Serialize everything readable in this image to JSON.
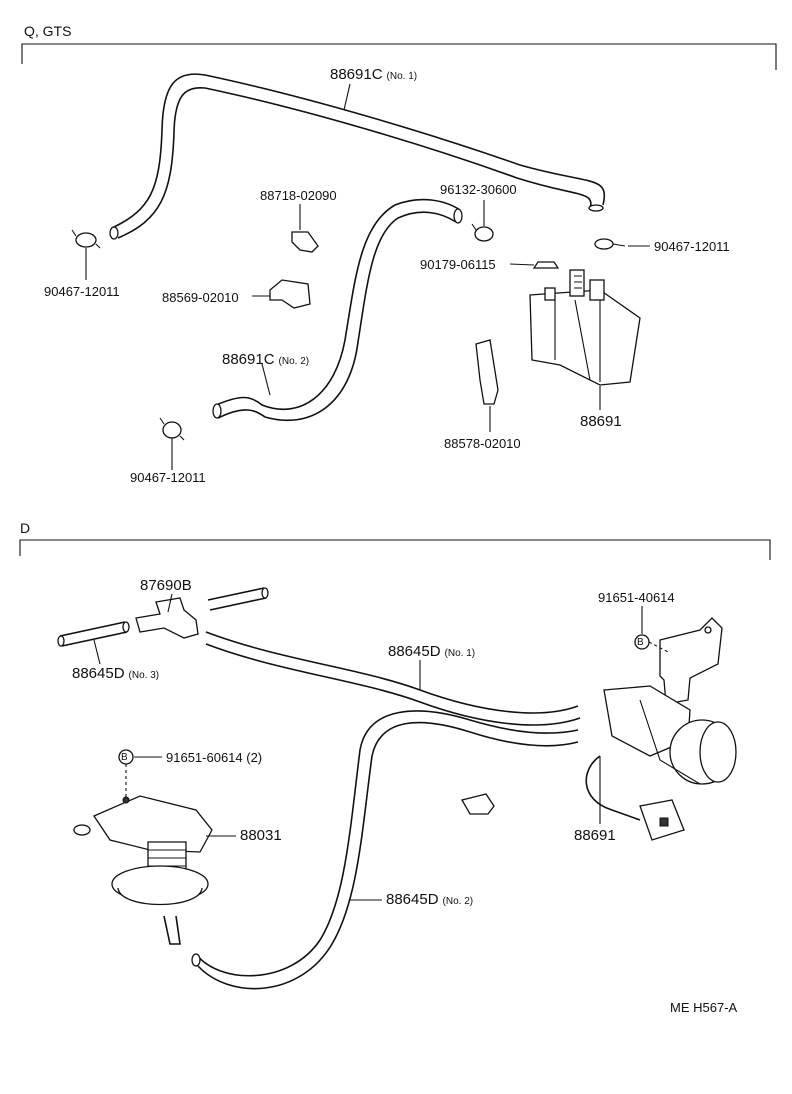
{
  "sections": {
    "top": "Q, GTS",
    "bottom": "D"
  },
  "labels": {
    "p88691c_no1": "88691C",
    "p88691c_no1_note": "(No. 1)",
    "p88718": "88718-02090",
    "p96132": "96132-30600",
    "p90467_right": "90467-12011",
    "p90179": "90179-06115",
    "p90467_left": "90467-12011",
    "p88569": "88569-02010",
    "p88691c_no2": "88691C",
    "p88691c_no2_note": "(No. 2)",
    "p88691_top": "88691",
    "p88578": "88578-02010",
    "p90467_bottom": "90467-12011",
    "p87690b": "87690B",
    "p91651_40614": "91651-40614",
    "p88645d_no1": "88645D",
    "p88645d_no1_note": "(No. 1)",
    "p88645d_no3": "88645D",
    "p88645d_no3_note": "(No. 3)",
    "p91651_60614": "91651-60614 (2)",
    "p88031": "88031",
    "p88691_bottom": "88691",
    "p88645d_no2": "88645D",
    "p88645d_no2_note": "(No. 2)",
    "bolt_marker_1": "B",
    "bolt_marker_2": "B",
    "ref_code": "ME  H567-A"
  }
}
